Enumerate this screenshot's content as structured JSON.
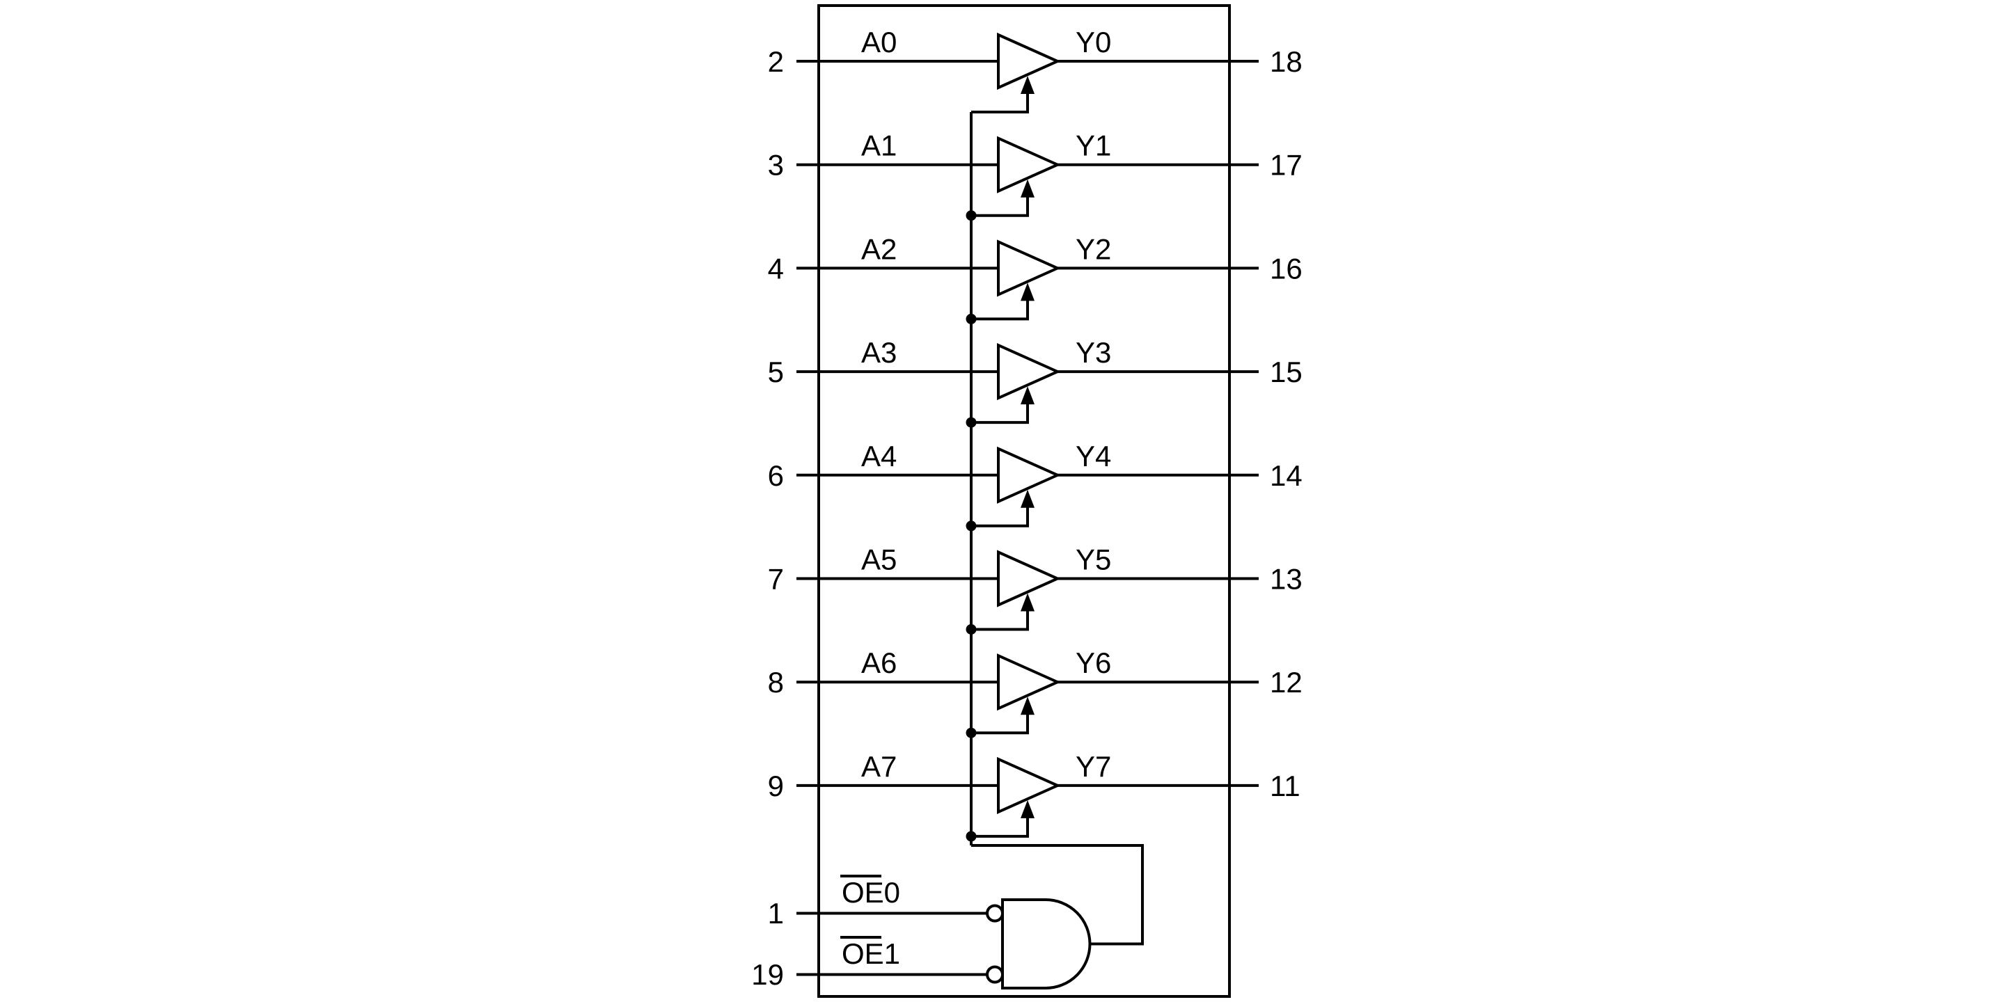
{
  "colors": {
    "line": "#000000",
    "background": "#ffffff",
    "text": "#000000"
  },
  "diagram": {
    "description": "Octal buffer with common active-low output enable gate",
    "buffers": [
      {
        "input_pin": "2",
        "input_label": "A0",
        "output_label": "Y0",
        "output_pin": "18"
      },
      {
        "input_pin": "3",
        "input_label": "A1",
        "output_label": "Y1",
        "output_pin": "17"
      },
      {
        "input_pin": "4",
        "input_label": "A2",
        "output_label": "Y2",
        "output_pin": "16"
      },
      {
        "input_pin": "5",
        "input_label": "A3",
        "output_label": "Y3",
        "output_pin": "15"
      },
      {
        "input_pin": "6",
        "input_label": "A4",
        "output_label": "Y4",
        "output_pin": "14"
      },
      {
        "input_pin": "7",
        "input_label": "A5",
        "output_label": "Y5",
        "output_pin": "13"
      },
      {
        "input_pin": "8",
        "input_label": "A6",
        "output_label": "Y6",
        "output_pin": "12"
      },
      {
        "input_pin": "9",
        "input_label": "A7",
        "output_label": "Y7",
        "output_pin": "11"
      }
    ],
    "enable_inputs": [
      {
        "pin": "1",
        "label": "OE0",
        "overline": "OE"
      },
      {
        "pin": "19",
        "label": "OE1",
        "overline": "OE"
      }
    ],
    "enable_gate_type": "AND with inverting inputs"
  }
}
